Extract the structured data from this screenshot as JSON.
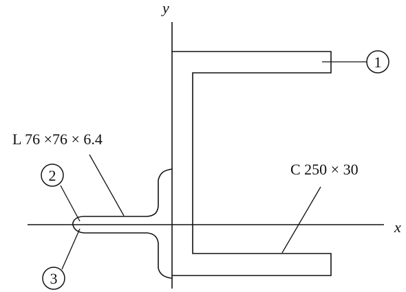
{
  "axes": {
    "x_label": "x",
    "y_label": "y"
  },
  "section_labels": {
    "angle": "L 76 ×76 × 6.4",
    "channel": "C 250 × 30"
  },
  "markers": {
    "m1": "1",
    "m2": "2",
    "m3": "3"
  },
  "colors": {
    "stroke": "#111111",
    "background": "#ffffff"
  }
}
